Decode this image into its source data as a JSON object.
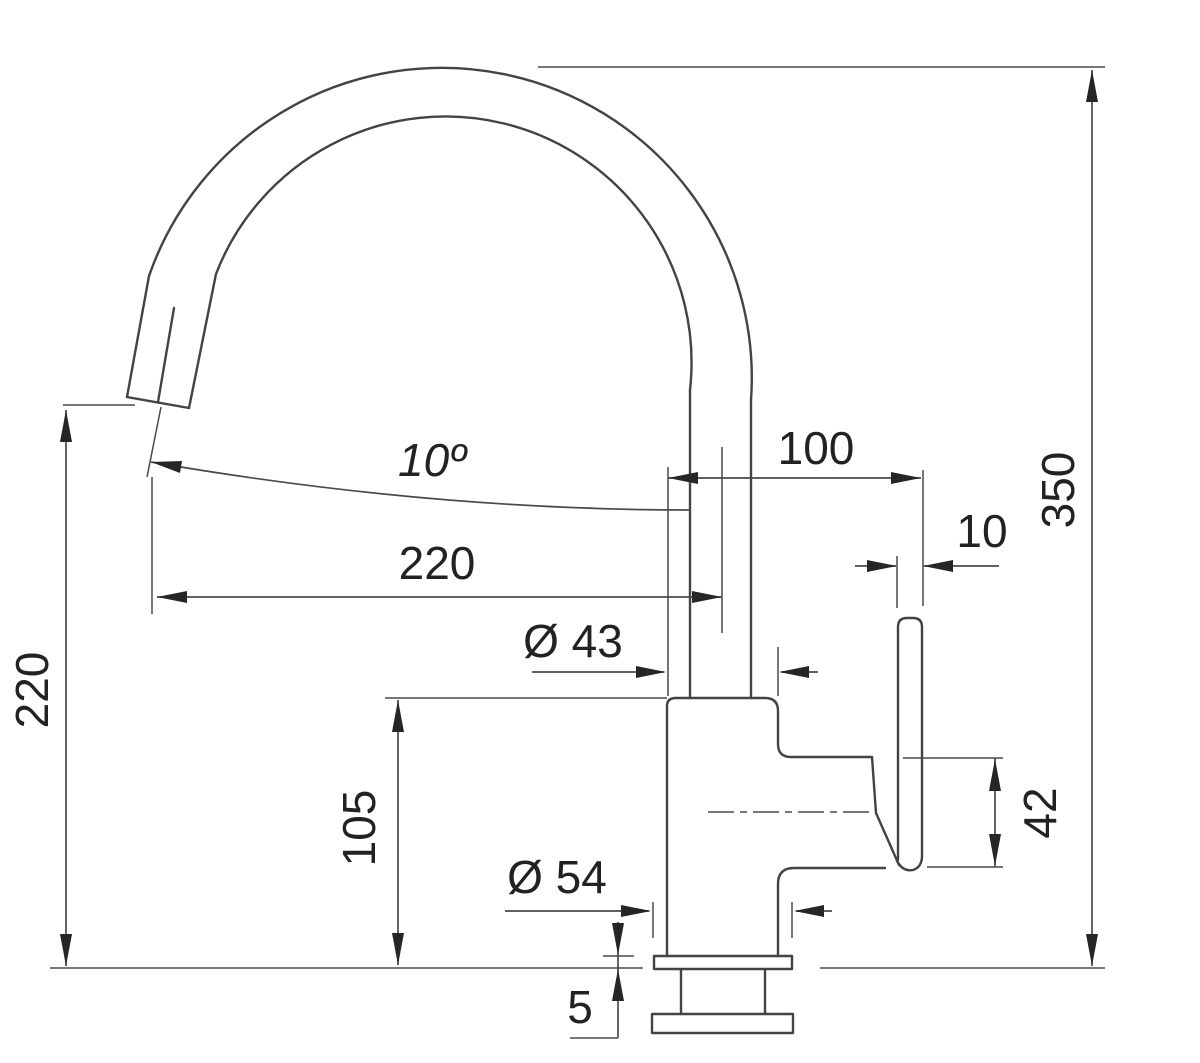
{
  "drawing": {
    "subject": "kitchen-faucet-side-view-dimension-drawing",
    "background_color": "#ffffff",
    "line_color": "#434343",
    "text_color": "#222222",
    "labels": {
      "overall_height": "350",
      "outlet_height": "220",
      "reach": "220",
      "spout_to_lever": "100",
      "lever_width": "10",
      "spout_angle": "10º",
      "body_diameter": "Ø 43",
      "base_diameter": "Ø 54",
      "body_height": "105",
      "lever_zone_height": "42",
      "base_plate_height": "5"
    }
  }
}
